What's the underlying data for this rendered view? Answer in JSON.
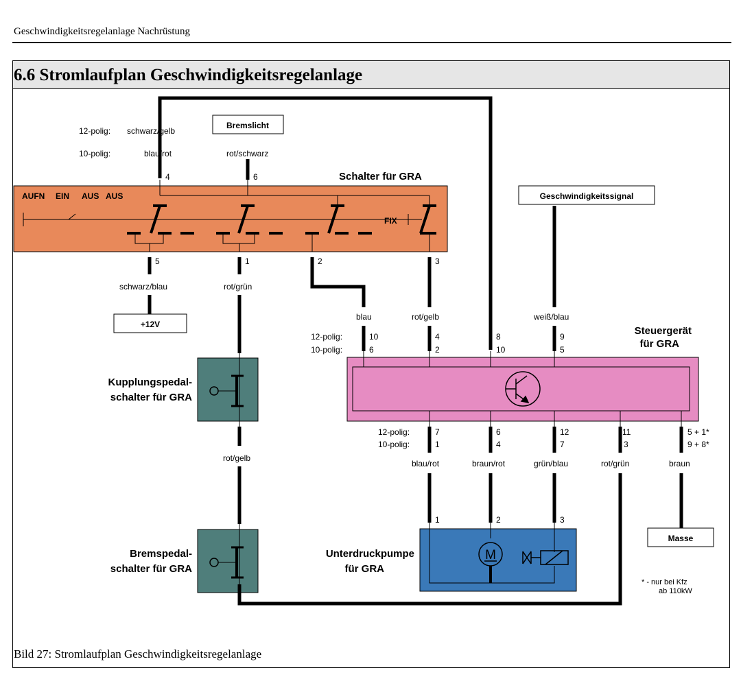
{
  "header": {
    "text": "Geschwindigkeitsregelanlage Nachrüstung"
  },
  "section": {
    "title": "6.6 Stromlaufplan Geschwindigkeitsregelanlage"
  },
  "caption": "Bild 27: Stromlaufplan Geschwindigkeitsregelanlage",
  "colors": {
    "switch_panel": "#e8895a",
    "control_unit": "#e68cc2",
    "pedal_switch": "#4f7e7b",
    "pump": "#3a79b8",
    "line": "#000000"
  },
  "labels": {
    "polig12": "12-polig:",
    "polig10": "10-polig:",
    "wire_top_12": "schwarz/gelb",
    "wire_top_10": "blau/rot",
    "bremslicht": "Bremslicht",
    "wire_brems": "rot/schwarz",
    "switch_title": "Schalter für GRA",
    "aufn": "AUFN",
    "ein": "EIN",
    "aus1": "AUS",
    "aus2": "AUS",
    "fix": "FIX",
    "pin4": "4",
    "pin6": "6",
    "pin5": "5",
    "pin1": "1",
    "pin2": "2",
    "pin3": "3",
    "wire_5": "schwarz/blau",
    "wire_1": "rot/grün",
    "plus12v": "+12V",
    "geschw_signal": "Geschwindigkeitssignal",
    "wire_blau": "blau",
    "wire_rotgelb_top": "rot/gelb",
    "wire_weissblau": "weiß/blau",
    "steuer_title1": "Steuergerät",
    "steuer_title2": "für GRA",
    "cu_top_12_a": "10",
    "cu_top_12_b": "4",
    "cu_top_12_c": "8",
    "cu_top_12_d": "9",
    "cu_top_10_a": "6",
    "cu_top_10_b": "2",
    "cu_top_10_c": "10",
    "cu_top_10_d": "5",
    "kupplung1": "Kupplungspedal-",
    "kupplung2": "schalter für GRA",
    "wire_rotgelb_mid": "rot/gelb",
    "cu_bot_12_a": "7",
    "cu_bot_12_b": "6",
    "cu_bot_12_c": "12",
    "cu_bot_12_d": "11",
    "cu_bot_12_e": "5 + 1*",
    "cu_bot_10_a": "1",
    "cu_bot_10_b": "4",
    "cu_bot_10_c": "7",
    "cu_bot_10_d": "3",
    "cu_bot_10_e": "9 + 8*",
    "wire_blaurot": "blau/rot",
    "wire_braunrot": "braun/rot",
    "wire_gruenblau": "grün/blau",
    "wire_rotgruen_right": "rot/grün",
    "wire_braun": "braun",
    "pump_pin1": "1",
    "pump_pin2": "2",
    "pump_pin3": "3",
    "masse": "Masse",
    "brems1": "Bremspedal-",
    "brems2": "schalter für GRA",
    "pump1": "Unterdruckpumpe",
    "pump2": "für GRA",
    "motor": "M",
    "footnote1": "*  - nur bei Kfz",
    "footnote2": "ab 110kW"
  }
}
